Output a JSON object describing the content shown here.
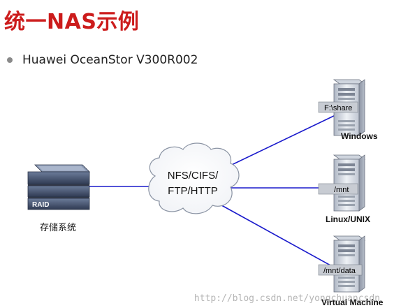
{
  "slide": {
    "title": "统一NAS示例",
    "bullet": "Huawei OceanStor V300R002"
  },
  "diagram": {
    "storage": {
      "badge": "RAID",
      "label": "存储系统"
    },
    "cloud": {
      "line1": "NFS/CIFS/",
      "line2": "FTP/HTTP"
    },
    "clients": [
      {
        "share": "F:\\share",
        "label": "Windows"
      },
      {
        "share": "/mnt",
        "label": "Linux/UNIX"
      },
      {
        "share": "/mnt/data",
        "label": "Virtual Machine"
      }
    ]
  },
  "watermark": "http://blog.csdn.net/yongchuancsdn",
  "colors": {
    "title": "#cc1c1c",
    "link": "#1a1acc",
    "server_body": "#d9dee6",
    "raid_body": "#4a5a78"
  }
}
